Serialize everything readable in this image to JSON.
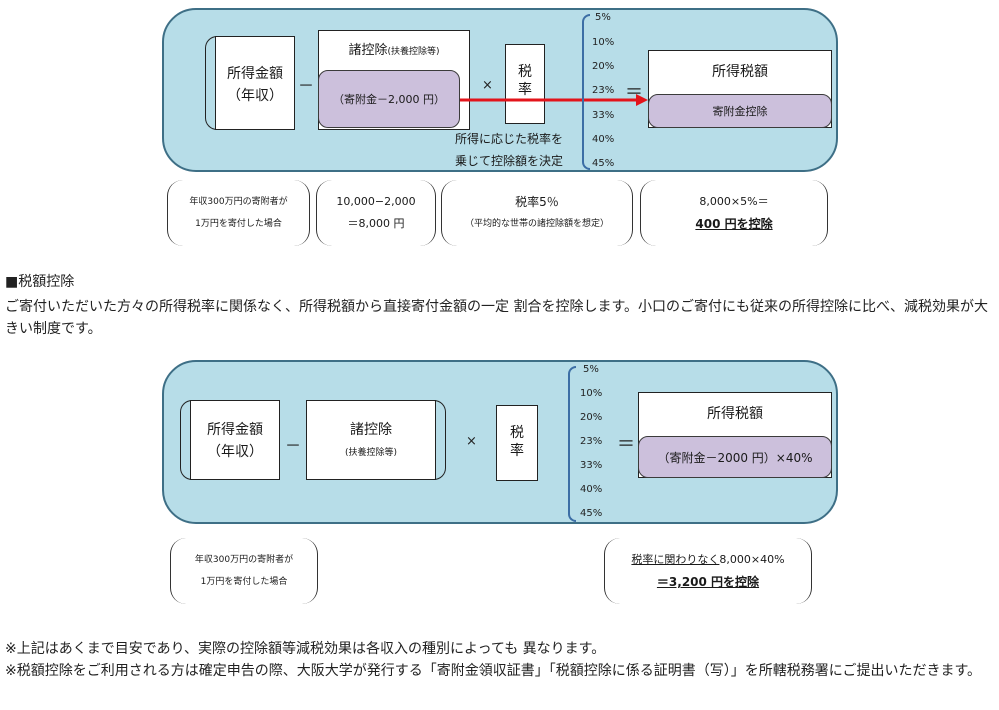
{
  "diagram1": {
    "income_line1": "所得金額",
    "income_line2": "（年収）",
    "deductions_title": "諸控除",
    "deductions_sub": "(扶養控除等)",
    "donation_box": "（寄附金－2,000 円）",
    "tax_rate_label": "税率",
    "rates": [
      "5%",
      "10%",
      "20%",
      "23%",
      "33%",
      "40%",
      "45%"
    ],
    "income_tax_label": "所得税額",
    "donation_deduction_label": "寄附金控除",
    "caption_line1": "所得に応じた税率を",
    "caption_line2": "乗じて控除額を決定",
    "minus_op": "－",
    "times_op": "×",
    "equals_op": "＝",
    "note1_line1": "年収300万円の寄附者が",
    "note1_line2": "1万円を寄付した場合",
    "note2_line1": "10,000−2,000",
    "note2_line2": "＝8,000 円",
    "note3_line1": "税率5％",
    "note3_line2": "（平均的な世帯の諸控除額を想定）",
    "note4_line1": "8,000×5%＝",
    "note4_line2": "400 円を控除"
  },
  "section": {
    "heading": "■税額控除",
    "body": "ご寄付いただいた方々の所得税率に関係なく、所得税額から直接寄付金額の一定 割合を控除します。小口のご寄付にも従来の所得控除に比べ、減税効果が大きい制度です。"
  },
  "diagram2": {
    "income_line1": "所得金額",
    "income_line2": "（年収）",
    "deductions_title": "諸控除",
    "deductions_sub": "(扶養控除等)",
    "tax_rate_label": "税率",
    "rates": [
      "5%",
      "10%",
      "20%",
      "23%",
      "33%",
      "40%",
      "45%"
    ],
    "income_tax_label": "所得税額",
    "credit_box": "（寄附金－2000 円）×40%",
    "minus_op": "－",
    "times_op": "×",
    "equals_op": "＝",
    "note1_line1": "年収300万円の寄附者が",
    "note1_line2": "1万円を寄付した場合",
    "note2_line1_a": "税率に関わりなく",
    "note2_line1_b": "8,000×40%",
    "note2_line2": "＝3,200 円を控除"
  },
  "footnotes": [
    "※上記はあくまで目安であり、実際の控除額等減税効果は各収入の種別によっても 異なります。",
    "※税額控除をご利用される方は確定申告の際、大阪大学が発行する「寄附金領収証書」「税額控除に係る証明書（写）」を所轄税務署にご提出いただきます。"
  ]
}
